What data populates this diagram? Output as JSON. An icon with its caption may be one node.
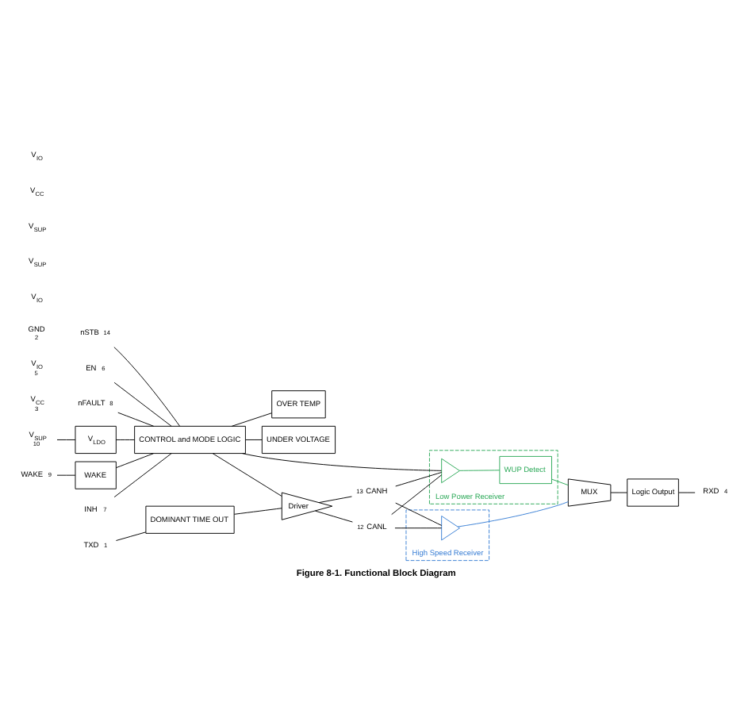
{
  "diagram": {
    "caption": "Figure 8-1. Functional Block Diagram",
    "nodes": [
      {
        "text": [
          "TXD"
        ],
        "beside": [
          "1"
        ]
      },
      {
        "text": [
          "INH"
        ],
        "beside": [
          "7"
        ]
      },
      {
        "text": [
          "WAKE"
        ],
        "beside": [
          "9"
        ]
      },
      {
        "text": [
          "nSTB"
        ],
        "beside": [
          "14"
        ]
      },
      {
        "text": [
          "EN"
        ],
        "beside": [
          "6"
        ]
      },
      {
        "text": [
          "nFAULT"
        ],
        "beside": [
          "8"
        ]
      },
      {
        "text": [
          "RXD"
        ],
        "beside": [
          "4"
        ]
      },
      {
        "text": [
          "V$_{CC}$"
        ],
        "beside": [
          "3"
        ]
      },
      {
        "text": [
          "V$_{IO}$"
        ],
        "beside": [
          "5"
        ]
      },
      {
        "text": [
          "V$_{SUP}$"
        ],
        "beside": [
          "10"
        ]
      },
      {
        "text": [
          "V$_{LDO}$"
        ]
      },
      {
        "text": [
          "DOMINANT TIME OUT"
        ]
      },
      {
        "text": [
          "WAKE"
        ]
      },
      {
        "text": [
          "CONTROL and MODE LOGIC"
        ]
      },
      {
        "text": [
          "OVER TEMP"
        ]
      },
      {
        "text": [
          "UNDER VOLTAGE"
        ]
      },
      {
        "text": [
          "Logic Output"
        ]
      },
      {
        "text": [
          "MUX"
        ]
      },
      {
        "text": [
          "Driver"
        ]
      },
      {
        "text": [
          "High Speed Receiver"
        ]
      },
      {
        "text": [
          "Low Power Receiver"
        ]
      },
      {
        "text": [],
        "shape": "triangle",
        "in": 19
      },
      {
        "text": [
          "WUP Detect"
        ],
        "in": 20
      },
      {
        "text": [],
        "shape": "triangle",
        "in": 20
      },
      {
        "text": [
          "CANH"
        ],
        "beside": [
          "13"
        ]
      },
      {
        "text": [
          "CANL"
        ],
        "beside": [
          "12"
        ]
      },
      {
        "text": [
          "GND"
        ],
        "beside": [
          "2"
        ]
      }
    ],
    "edges": [
      {
        "from": 0,
        "to": 11,
        "arrow": "none"
      },
      {
        "from": 11,
        "to": 18,
        "arrow": "none"
      },
      {
        "from": 9,
        "to": 10,
        "arrow": "none"
      },
      {
        "from": 10,
        "to": 13,
        "arrow": "none"
      },
      {
        "from": 1,
        "to": 13,
        "arrow": "none"
      },
      {
        "from": 2,
        "to": 12,
        "arrow": "none"
      },
      {
        "from": 12,
        "to": 13,
        "arrow": "none"
      },
      {
        "from": 3,
        "to": 13,
        "arrow": "none"
      },
      {
        "from": 4,
        "to": 13,
        "arrow": "none"
      },
      {
        "from": 5,
        "to": 13,
        "arrow": "none"
      },
      {
        "from": 13,
        "to": 18,
        "arrow": "none"
      },
      {
        "from": 13,
        "to": 14,
        "arrow": "none"
      },
      {
        "from": 13,
        "to": 15,
        "arrow": "none"
      },
      {
        "from": 13,
        "to": 23,
        "arrow": "none"
      },
      {
        "from": 18,
        "to": 24,
        "arrow": "none"
      },
      {
        "from": 18,
        "to": 25,
        "arrow": "none"
      },
      {
        "from": 24,
        "to": 21,
        "arrow": "none"
      },
      {
        "from": 25,
        "to": 21,
        "arrow": "none"
      },
      {
        "from": 24,
        "to": 23,
        "arrow": "none"
      },
      {
        "from": 25,
        "to": 23,
        "arrow": "none"
      },
      {
        "from": 21,
        "to": 17,
        "arrow": "none",
        "color": "#3a7fd5"
      },
      {
        "from": 23,
        "to": 22,
        "arrow": "none",
        "color": "#2eaa5a"
      },
      {
        "from": 22,
        "to": 17,
        "arrow": "none",
        "color": "#2eaa5a"
      },
      {
        "from": 17,
        "to": 16,
        "arrow": "none"
      },
      {
        "from": 16,
        "to": 6,
        "arrow": "none"
      }
    ],
    "labels": [
      "V$_{IO}$",
      "V$_{SUP}$",
      "V$_{SUP}$",
      "V$_{CC}$",
      "V$_{IO}$"
    ]
  }
}
